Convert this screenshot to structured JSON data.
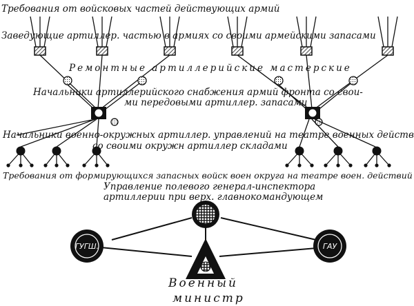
{
  "labels": {
    "requirements_top": "Требования от войсковых частей действующих армий",
    "artillery_heads": "Заведующие артиллер. частью в армиях со своими армейскими запасами",
    "repair_shops": "Ремонтные артиллерийские мастерские",
    "front_supply_line1": "Начальники артиллерийского снабжения армий фронта со свои-",
    "front_supply_line2": "ми передовыми артиллер. запасами",
    "district_heads_line1": "Начальники военно-окружных артиллер. управлений на театре военных действий",
    "district_heads_line2": "со своими окружн артиллер складами",
    "requirements_reserve": "Требования от формирующихся запасных войск воен округа на театре воен. действий",
    "inspector_line1": "Управление полевого генерал-инспектора",
    "inspector_line2": "артиллерии при верх. главнокомандующем",
    "gugsh": "ГУГШ.",
    "gau": "ГАУ",
    "minister_line1": "Военный",
    "minister_line2": "министр"
  },
  "icons": {
    "army_depot": "hatched-square-icon",
    "repair_shop": "dotted-circle-icon",
    "front_hub": "black-square-hub-icon",
    "district_depot": "black-circle-icon",
    "inspector": "hatched-circle-icon",
    "minister": "triangle-icon"
  },
  "colors": {
    "ink": "#111111",
    "paper": "#ffffff"
  }
}
